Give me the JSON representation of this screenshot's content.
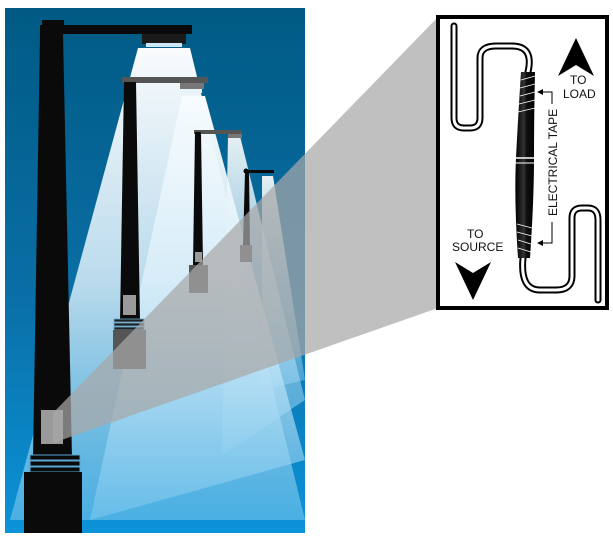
{
  "labels": {
    "to_load": [
      "TO",
      "LOAD"
    ],
    "to_source": [
      "TO",
      "SOURCE"
    ],
    "electrical_tape": "ELECTRICAL TAPE"
  },
  "colors": {
    "sky_top": "#005d88",
    "sky_bottom": "#0a8fd6",
    "light_beam": "#e8f4fc",
    "pole": "#0a0a0a",
    "pole_grey": "#555555",
    "callout_gray": "#a8a8a8"
  },
  "icons": [
    "arrow-up-icon",
    "arrow-down-icon",
    "splice-icon"
  ]
}
